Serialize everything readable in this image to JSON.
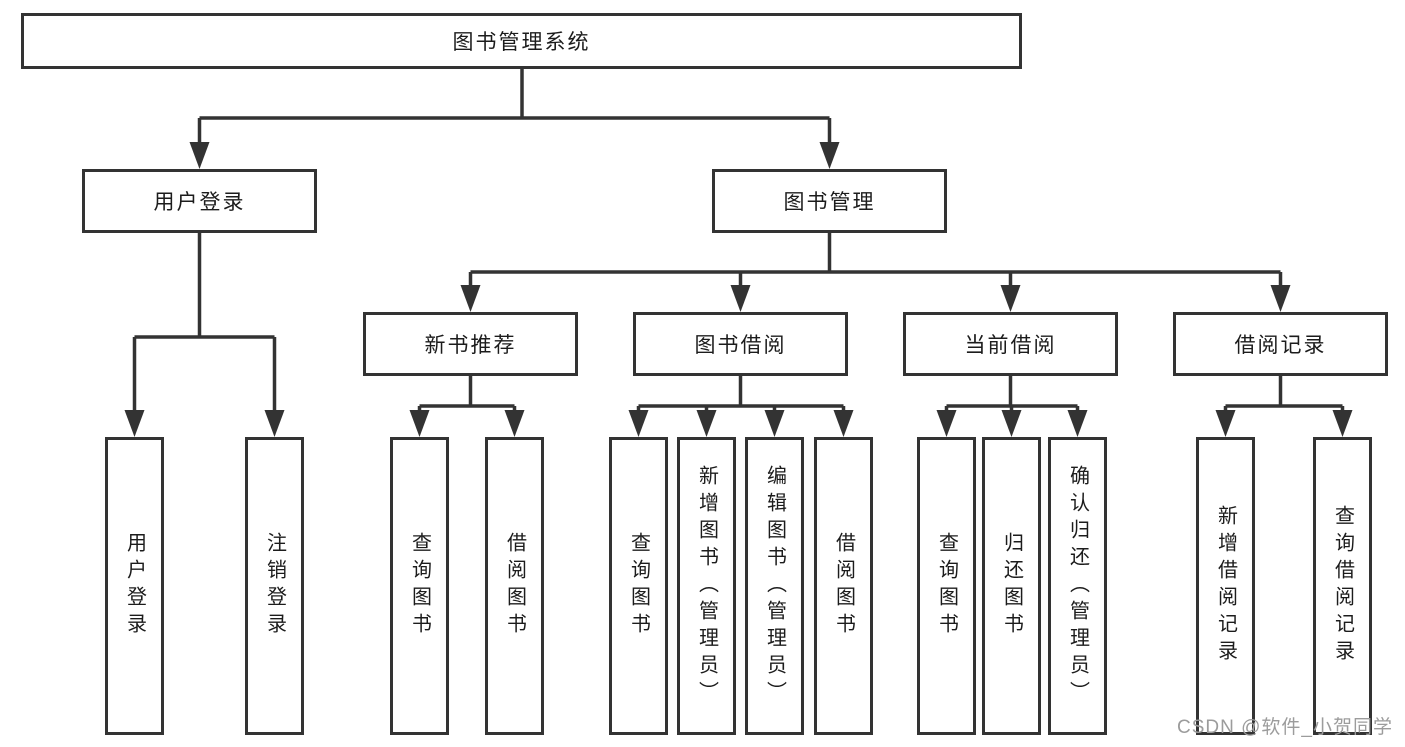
{
  "diagram": {
    "root": {
      "label": "图书管理系统"
    },
    "level1": [
      {
        "label": "用户登录"
      },
      {
        "label": "图书管理"
      }
    ],
    "level2": [
      {
        "label": "新书推荐"
      },
      {
        "label": "图书借阅"
      },
      {
        "label": "当前借阅"
      },
      {
        "label": "借阅记录"
      }
    ],
    "leaves": {
      "login": [
        "用户登录",
        "注销登录"
      ],
      "recommend": [
        "查询图书",
        "借阅图书"
      ],
      "borrow": [
        "查询图书",
        "新增图书（管理员）",
        "编辑图书（管理员）",
        "借阅图书"
      ],
      "current": [
        "查询图书",
        "归还图书",
        "确认归还（管理员）"
      ],
      "records": [
        "新增借阅记录",
        "查询借阅记录"
      ]
    }
  },
  "watermark": {
    "text": "CSDN @软件_小贺同学"
  },
  "colors": {
    "line": "#333333",
    "text": "#1c1c1c",
    "watermark": "#9c9c9c",
    "background": "#ffffff"
  }
}
